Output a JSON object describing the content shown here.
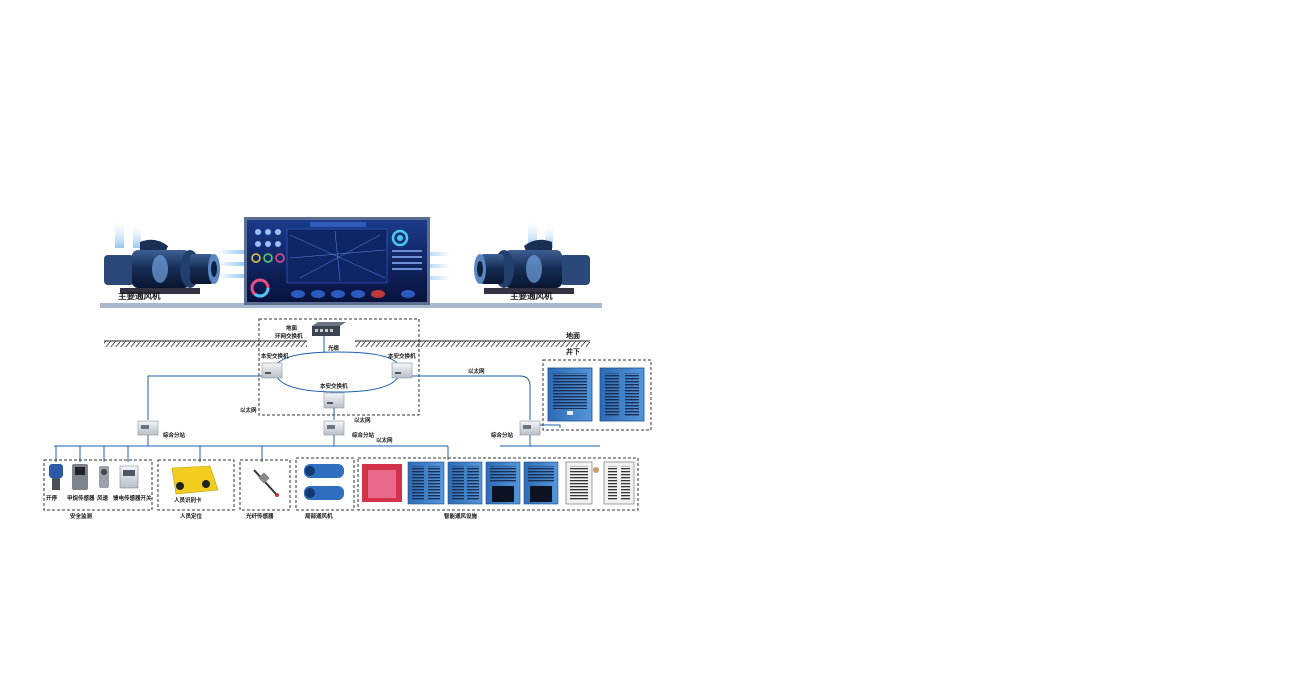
{
  "labels": {
    "fan_left": "主要通风机",
    "fan_right": "主要通风机",
    "ground_switch_l1": "地面",
    "ground_switch_l2": "环网交换机",
    "fiber": "光缆",
    "ground": "地面",
    "underground": "井下",
    "sw_left": "本安交换机",
    "sw_right": "本安交换机",
    "sw_bottom": "本安交换机",
    "ethernet_1": "以太网",
    "ethernet_2": "以太网",
    "ethernet_3": "以太网",
    "ethernet_4": "以太网",
    "substation_1": "综合分站",
    "substation_2": "综合分站",
    "substation_3": "综合分站",
    "dev_1": "开停",
    "dev_2": "甲烷传感器",
    "dev_3": "风速",
    "dev_4": "馈电传感器开关",
    "group_safety": "安全监测",
    "card_label": "人员识别卡",
    "group_personnel": "人员定位",
    "group_fiber_sensor": "光纤传感器",
    "group_local_fan": "局部通风机",
    "group_smart_vent": "智能通风设施"
  },
  "colors": {
    "line": "#1e5fb0",
    "ground_bar": "#a9b8ce",
    "door_blue": "#3a7cc7",
    "door_red": "#d2324a",
    "monitor_bg": "#0c1a55"
  },
  "icons": [
    "fan-icon",
    "monitor-icon",
    "ring-switch-icon",
    "switch-icon",
    "substation-icon",
    "sensor-icon",
    "id-card-icon",
    "fiber-sensor-icon",
    "local-fan-icon",
    "door-icon",
    "window-icon"
  ]
}
